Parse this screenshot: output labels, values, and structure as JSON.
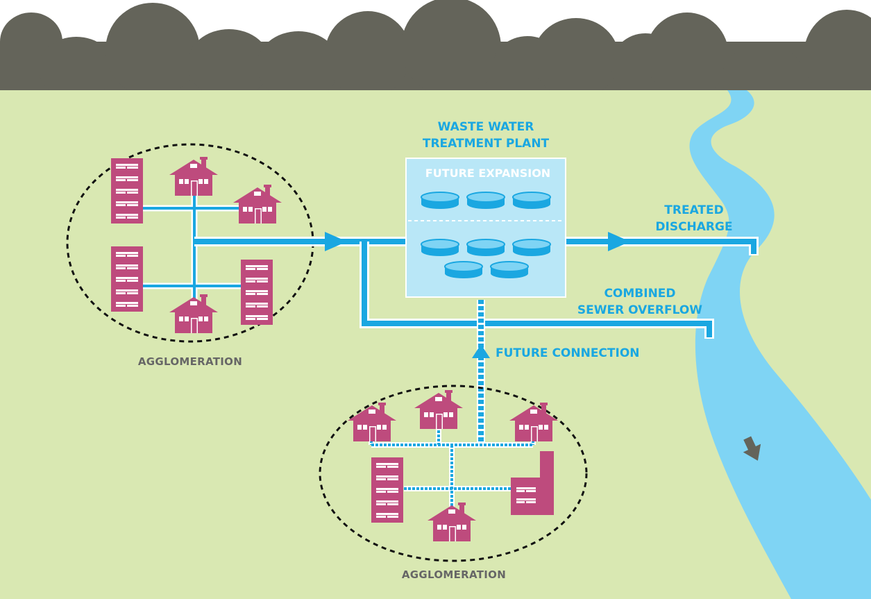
{
  "labels": {
    "plant_line1": "WASTE WATER",
    "plant_line2": "TREATMENT PLANT",
    "future_expansion": "FUTURE EXPANSION",
    "treated_line1": "TREATED",
    "treated_line2": "DISCHARGE",
    "overflow_line1": "COMBINED",
    "overflow_line2": "SEWER OVERFLOW",
    "future_connection": "FUTURE CONNECTION",
    "agglomeration_1": "AGGLOMERATION",
    "agglomeration_2": "AGGLOMERATION"
  },
  "colors": {
    "sky": "#ffffff",
    "hills": "#64645a",
    "ground": "#d9e8b2",
    "river": "#7fd4f4",
    "pipe": "#1aa7e1",
    "building": "#be4b7d",
    "plant_fill": "#b9e7f7",
    "tank": "#1aa7e1",
    "dashed_outline": "#111111"
  },
  "icons": {
    "house": "house-icon",
    "apartment": "apartment-building-icon",
    "factory": "factory-icon",
    "tank": "treatment-tank-icon",
    "flow_arrow": "flow-direction-arrow-icon"
  }
}
